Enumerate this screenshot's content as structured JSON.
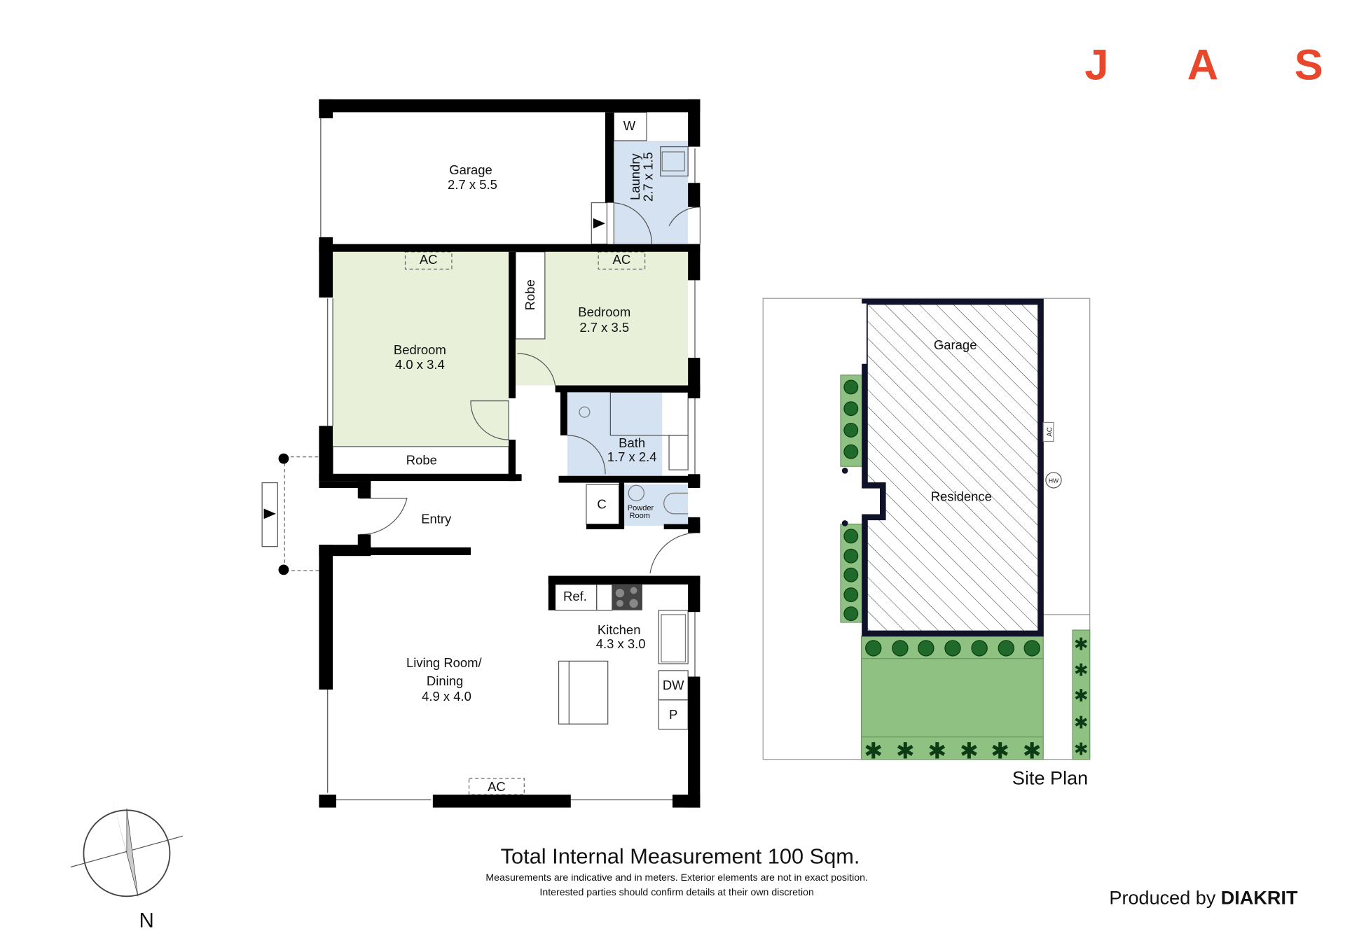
{
  "brand": {
    "letters": [
      "J",
      "A",
      "S"
    ],
    "color": "#e8472b"
  },
  "floor_plan": {
    "rooms": {
      "garage": {
        "name": "Garage",
        "size": "2.7 x 5.5"
      },
      "laundry": {
        "name": "Laundry",
        "size": "2.7 x 1.5"
      },
      "bedroom1": {
        "name": "Bedroom",
        "size": "4.0 x 3.4"
      },
      "bedroom2": {
        "name": "Bedroom",
        "size": "2.7 x 3.5"
      },
      "bath": {
        "name": "Bath",
        "size": "1.7 x 2.4"
      },
      "powder": {
        "line1": "Powder",
        "line2": "Room"
      },
      "entry": {
        "name": "Entry"
      },
      "kitchen": {
        "name": "Kitchen",
        "size": "4.3 x 3.0"
      },
      "living": {
        "line1": "Living Room/",
        "line2": "Dining",
        "size": "4.9 x 4.0"
      }
    },
    "fixtures": {
      "w": "W",
      "ac": "AC",
      "robe": "Robe",
      "c": "C",
      "ref": "Ref.",
      "dw": "DW",
      "p": "P"
    },
    "colors": {
      "bedroom": "#e8f0da",
      "wet": "#d5e2f1",
      "wall": "#000000"
    }
  },
  "site_plan": {
    "title": "Site Plan",
    "garage": "Garage",
    "residence": "Residence",
    "ac": "AC",
    "hw": "HW",
    "colors": {
      "lawn": "#8fc182",
      "tree": "#1f6a2a",
      "wall": "#10122a"
    }
  },
  "compass": {
    "label": "N"
  },
  "footer": {
    "total": "Total Internal Measurement 100 Sqm.",
    "note1": "Measurements are indicative and in meters. Exterior elements are not in exact position.",
    "note2": "Interested parties should confirm details at their own discretion",
    "produced_by": "Produced by",
    "producer": "DIAKRIT"
  }
}
